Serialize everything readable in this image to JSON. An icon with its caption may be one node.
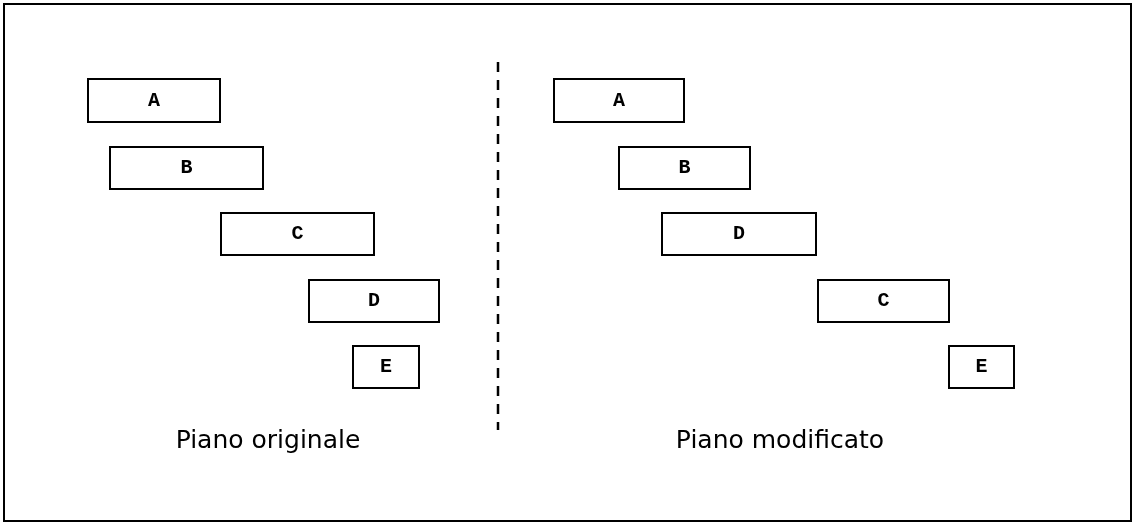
{
  "diagram": {
    "nodes": [
      {
        "text": [
          "A"
        ]
      },
      {
        "text": [
          "B"
        ]
      },
      {
        "text": [
          "C"
        ]
      },
      {
        "text": [
          "D"
        ]
      },
      {
        "text": [
          "E"
        ]
      },
      {
        "text": [
          "A"
        ]
      },
      {
        "text": [
          "B"
        ]
      },
      {
        "text": [
          "D"
        ]
      },
      {
        "text": [
          "C"
        ]
      },
      {
        "text": [
          "E"
        ]
      }
    ],
    "labels": [
      "Piano originale",
      "Piano modificato"
    ]
  }
}
